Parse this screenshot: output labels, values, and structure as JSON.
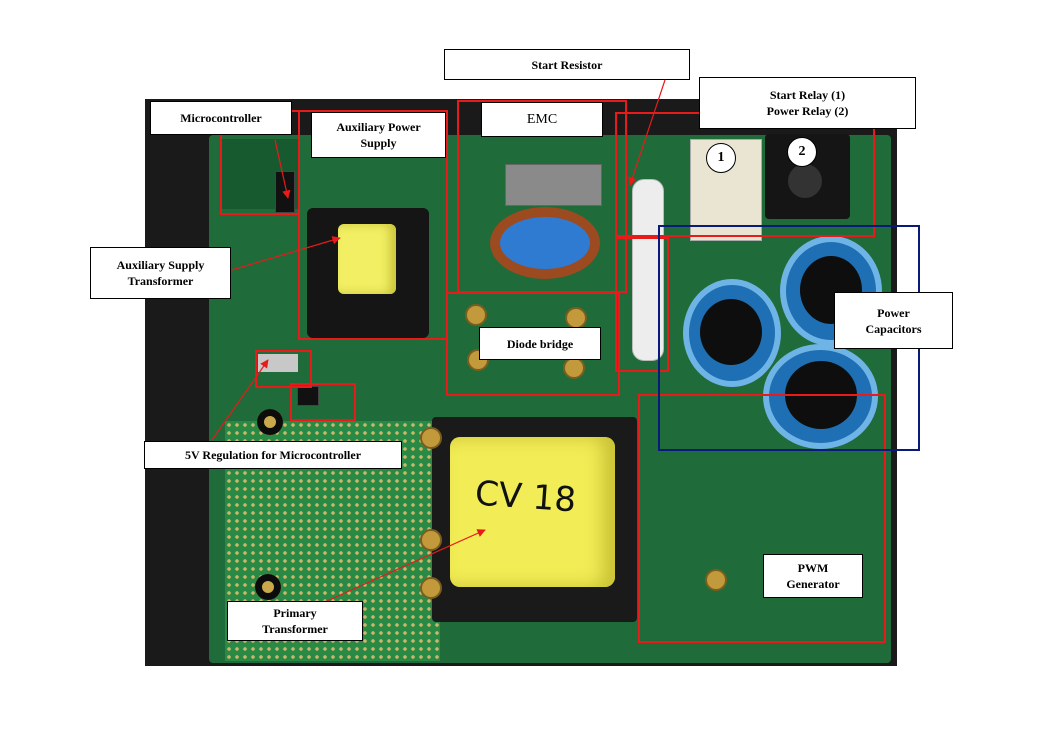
{
  "labels": {
    "microcontroller": "Microcontroller",
    "auxiliary_power_supply": "Auxiliary Power\nSupply",
    "emc": "EMC",
    "start_resistor": "Start Resistor",
    "relays": "Start Relay (1)\nPower Relay (2)",
    "auxiliary_supply_transformer": "Auxiliary Supply\nTransformer",
    "diode_bridge": "Diode bridge",
    "power_capacitors": "Power\nCapacitors",
    "regulation_5v": "5V Regulation for Microcontroller",
    "pwm_generator": "PWM\nGenerator",
    "primary_transformer": "Primary\nTransformer"
  },
  "badges": {
    "start_relay": "1",
    "power_relay": "2"
  },
  "markings": {
    "transformer_text": "CV 18"
  },
  "colors": {
    "highlight_red": "#e81a1a",
    "highlight_blue": "#0a1a7a",
    "pcb_green": "#1f6b3a"
  }
}
